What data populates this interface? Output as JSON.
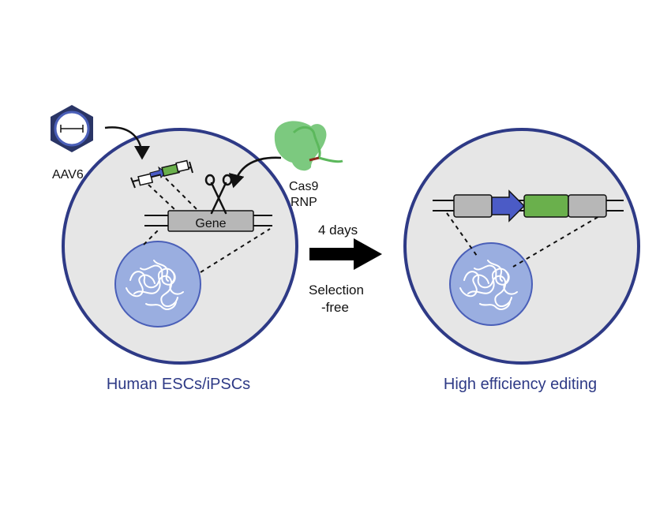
{
  "labels": {
    "aav": "AAV6",
    "cas9_line1": "Cas9",
    "cas9_line2": "RNP",
    "gene": "Gene",
    "arrow_top": "4 days",
    "arrow_bottom_line1": "Selection",
    "arrow_bottom_line2": "-free"
  },
  "captions": {
    "left": "Human ESCs/iPSCs",
    "right": "High efficiency editing"
  },
  "colors": {
    "cell_fill": "#e6e6e6",
    "cell_border": "#2e3a86",
    "nucleus_fill": "#9aaee0",
    "nucleus_border": "#4a5fb8",
    "caption_text": "#2e3a86",
    "gene_box": "#b7b7b7",
    "arrow_blue": "#4b5bc6",
    "green_box": "#6ab04c",
    "hexagon": "#2a3566",
    "cas9_green": "#7cc97f",
    "main_arrow": "#000000"
  },
  "icons": [
    "aav6-capsid-icon",
    "cas9-rnp-icon",
    "scissors-icon",
    "chromatin-icon"
  ]
}
